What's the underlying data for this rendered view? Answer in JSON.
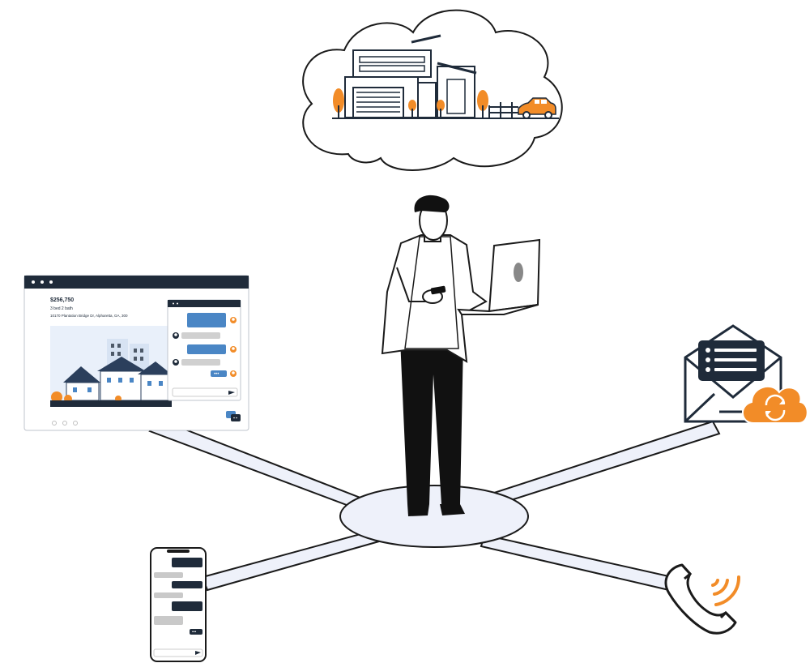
{
  "listing_card": {
    "price": "$256,750",
    "beds_baths": "3 bed  2 bath",
    "address": "10170 Plantation Bridge Dr, Alpharetta, GA, 300"
  },
  "colors": {
    "navy": "#1f2b3a",
    "orange": "#f28c28",
    "blue": "#4a86c5",
    "hub_fill": "#eef1fa",
    "road_fill": "#eef1fa",
    "outline": "#1a1a1a",
    "gray_bubble": "#c9c9c9"
  },
  "icons": [
    "house-icon",
    "tree-icon",
    "car-icon",
    "laptop-icon",
    "smartphone-icon",
    "email-icon",
    "cloud-sync-icon",
    "phone-icon",
    "chat-icon",
    "send-icon",
    "avatar-icon"
  ]
}
